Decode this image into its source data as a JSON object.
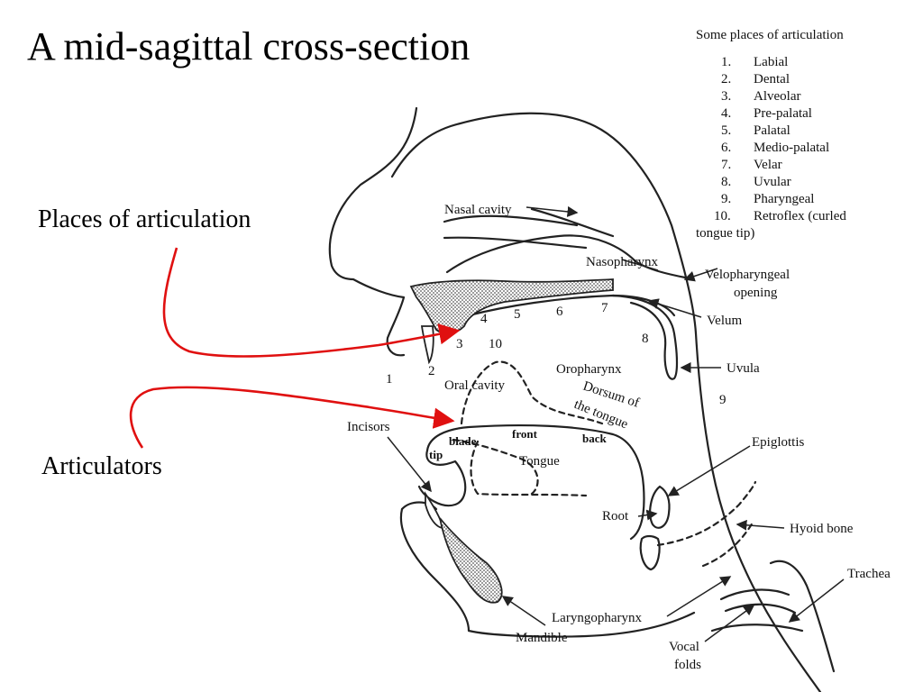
{
  "slide": {
    "title": "A mid-sagittal cross-section",
    "places_label": "Places of articulation",
    "articulators_label": "Articulators"
  },
  "legend": {
    "title": "Some places of articulation",
    "items": [
      {
        "num": "1.",
        "name": "Labial"
      },
      {
        "num": "2.",
        "name": "Dental"
      },
      {
        "num": "3.",
        "name": "Alveolar"
      },
      {
        "num": "4.",
        "name": "Pre-palatal"
      },
      {
        "num": "5.",
        "name": "Palatal"
      },
      {
        "num": "6.",
        "name": "Medio-palatal"
      },
      {
        "num": "7.",
        "name": "Velar"
      },
      {
        "num": "8.",
        "name": "Uvular"
      },
      {
        "num": "9.",
        "name": "Pharyngeal"
      },
      {
        "num": "10.",
        "name": "Retroflex (curled",
        "cont": "tongue tip)"
      }
    ]
  },
  "diagram": {
    "labels": {
      "nasal_cavity": "Nasal cavity",
      "nasopharynx": "Nasopharynx",
      "velopharyngeal": "Velopharyngeal",
      "opening": "opening",
      "velum": "Velum",
      "uvula": "Uvula",
      "oral_cavity": "Oral cavity",
      "oropharynx": "Oropharynx",
      "dorsum_1": "Dorsum of",
      "dorsum_2": "the tongue",
      "incisors": "Incisors",
      "tongue": "Tongue",
      "front": "front",
      "back": "back",
      "blade": "blade",
      "tip": "tip",
      "root": "Root",
      "epiglottis": "Epiglottis",
      "hyoid_bone": "Hyoid bone",
      "trachea": "Trachea",
      "laryngopharynx": "Laryngopharynx",
      "mandible": "Mandible",
      "vocal_1": "Vocal",
      "vocal_2": "folds"
    },
    "numbers": {
      "n1": "1",
      "n2": "2",
      "n3": "3",
      "n4": "4",
      "n5": "5",
      "n6": "6",
      "n7": "7",
      "n8": "8",
      "n9": "9",
      "n10": "10"
    },
    "colors": {
      "arrow": "#e01010",
      "ink": "#222222",
      "shade": "#b8b8b8"
    }
  }
}
